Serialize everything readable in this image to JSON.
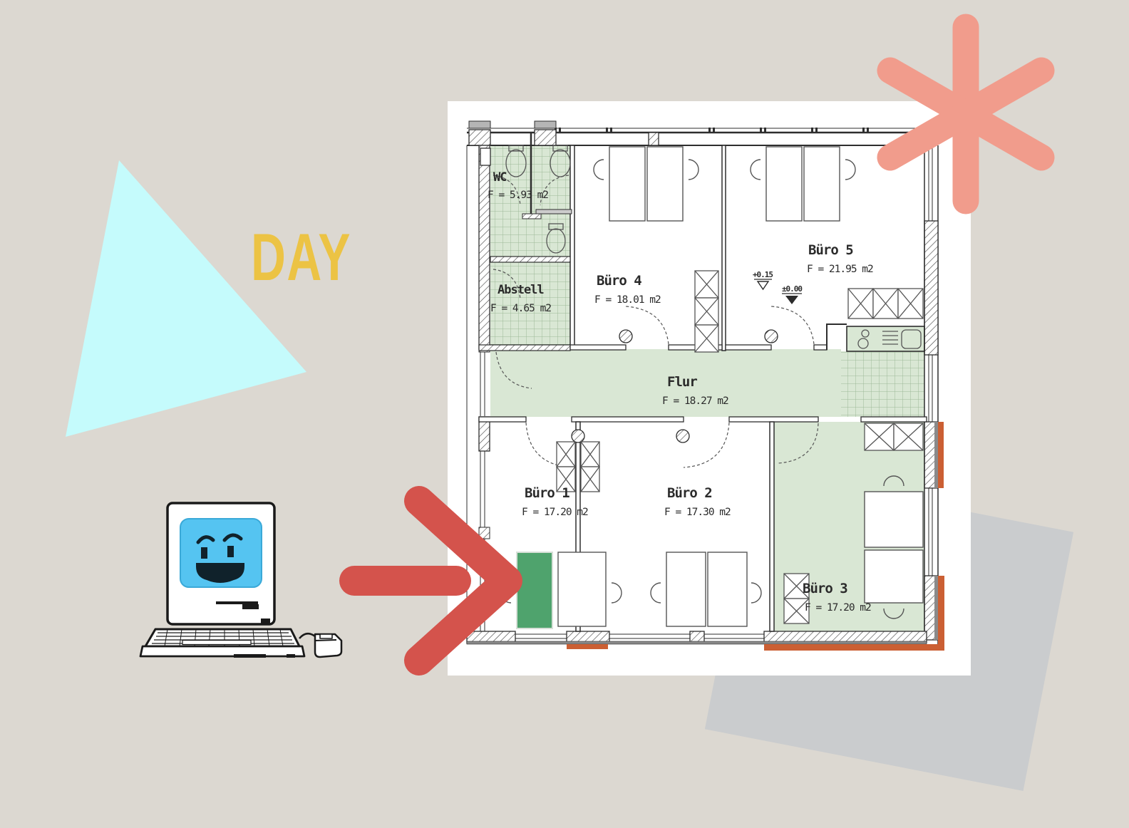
{
  "scene": {
    "title_text": "DAY"
  },
  "floor_plan": {
    "rooms": [
      {
        "id": "wc",
        "name": "WC",
        "area": "F = 5.93 m2"
      },
      {
        "id": "abstell",
        "name": "Abstell",
        "area": "F = 4.65 m2"
      },
      {
        "id": "buero4",
        "name": "Büro 4",
        "area": "F = 18.01 m2"
      },
      {
        "id": "buero5",
        "name": "Büro 5",
        "area": "F = 21.95 m2"
      },
      {
        "id": "flur",
        "name": "Flur",
        "area": "F = 18.27 m2"
      },
      {
        "id": "buero1",
        "name": "Büro 1",
        "area": "F = 17.20 m2"
      },
      {
        "id": "buero2",
        "name": "Büro 2",
        "area": "F = 17.30 m2"
      },
      {
        "id": "buero3",
        "name": "Büro 3",
        "area": "F = 17.20 m2"
      }
    ],
    "level_markers": [
      {
        "label": "+0.15"
      },
      {
        "label": "±0.00"
      }
    ]
  },
  "colors": {
    "background": "#dcd8d1",
    "panel": "#ffffff",
    "plan_green": "#d9e7d4",
    "desk_green": "#4fa36d",
    "accent_orange": "#cb5f33",
    "arrow_red": "#d4534c",
    "asterisk_salmon": "#f19c8c",
    "triangle_cyan": "#c5fbfc",
    "day_yellow": "#ecc344",
    "quad_gray": "#caccce",
    "screen_blue": "#55c4f1"
  }
}
